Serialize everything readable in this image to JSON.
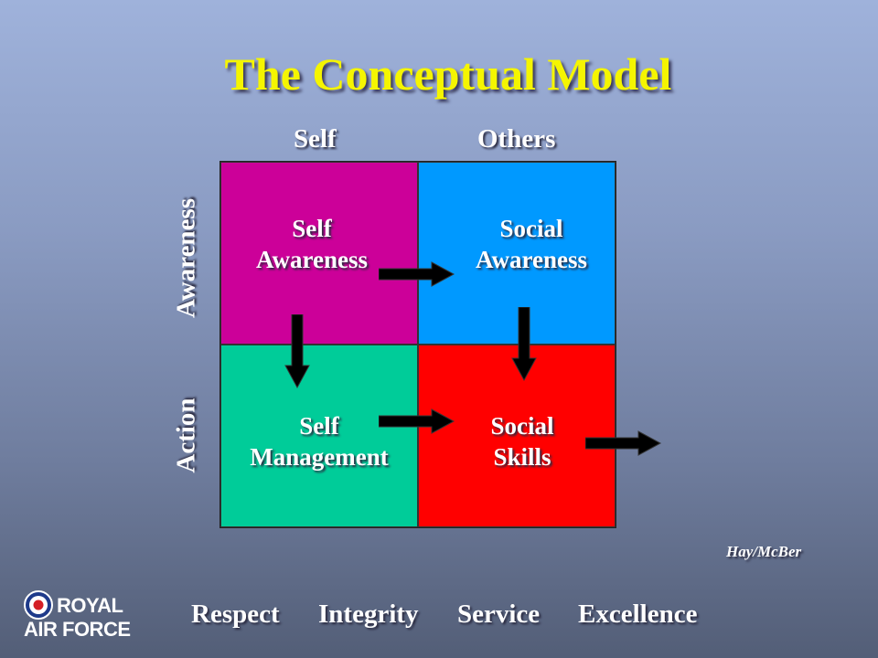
{
  "title": "The Conceptual Model",
  "columns": {
    "left": "Self",
    "right": "Others"
  },
  "rows": {
    "top": "Awareness",
    "bottom": "Action"
  },
  "cells": {
    "self_awareness": {
      "line1": "Self",
      "line2": "Awareness",
      "color": "#cc0099"
    },
    "social_awareness": {
      "line1": "Social",
      "line2": "Awareness",
      "color": "#0099ff"
    },
    "self_management": {
      "line1": "Self",
      "line2": "Management",
      "color": "#00cc99"
    },
    "social_skills": {
      "line1": "Social",
      "line2": "Skills",
      "color": "#ff0000"
    }
  },
  "credit": "Hay/McBer",
  "values": [
    "Respect",
    "Integrity",
    "Service",
    "Excellence"
  ],
  "logo": {
    "line1": "ROYAL",
    "line2": "AIR FORCE"
  },
  "colors": {
    "title": "#f5f500",
    "arrow": "#000000"
  }
}
